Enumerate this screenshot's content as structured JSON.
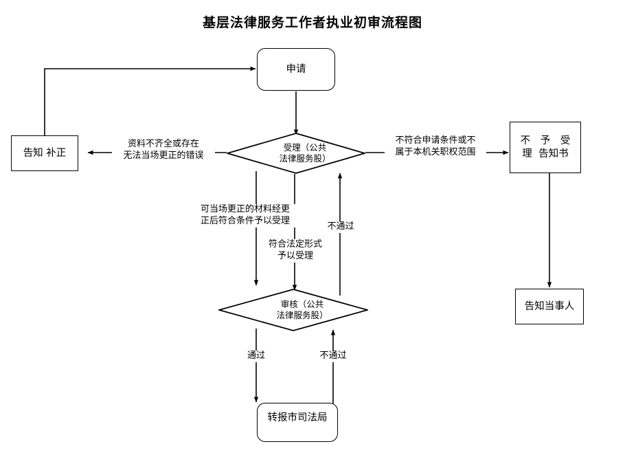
{
  "title": "基层法律服务工作者执业初审流程图",
  "nodes": {
    "apply": {
      "label": "申请",
      "shape": "rounded-rectangle"
    },
    "accept": {
      "line1": "受理（公共",
      "line2": "法律服务股）",
      "shape": "diamond"
    },
    "notify_correct": {
      "line1": "告知",
      "line2": "补正",
      "shape": "rectangle"
    },
    "no_accept_notice": {
      "line1": "不 予 受 理",
      "line2": "告知书",
      "shape": "rectangle"
    },
    "notify_party": {
      "label": "告知当事人",
      "shape": "rectangle"
    },
    "review": {
      "line1": "审核（公共",
      "line2": "法律服务股）",
      "shape": "diamond"
    },
    "forward_bureau": {
      "label": "转报市司法局",
      "shape": "rounded-rectangle"
    }
  },
  "edge_labels": {
    "incomplete": {
      "line1": "资料不齐全或存在",
      "line2": "无法当场更正的错误"
    },
    "not_qualified": {
      "line1": "不符合申请条件或不",
      "line2": "属于本机关职权范围"
    },
    "correctable": {
      "line1": "可当场更正的材料经更",
      "line2": "正后符合条件予以受理"
    },
    "legal_form": {
      "line1": "符合法定形式",
      "line2": "予以受理"
    },
    "accept_fail": {
      "label": "不通过"
    },
    "review_pass": {
      "label": "通过"
    },
    "review_fail": {
      "label": "不通过"
    }
  },
  "colors": {
    "stroke": "#000000",
    "background": "#ffffff",
    "text": "#000000"
  }
}
